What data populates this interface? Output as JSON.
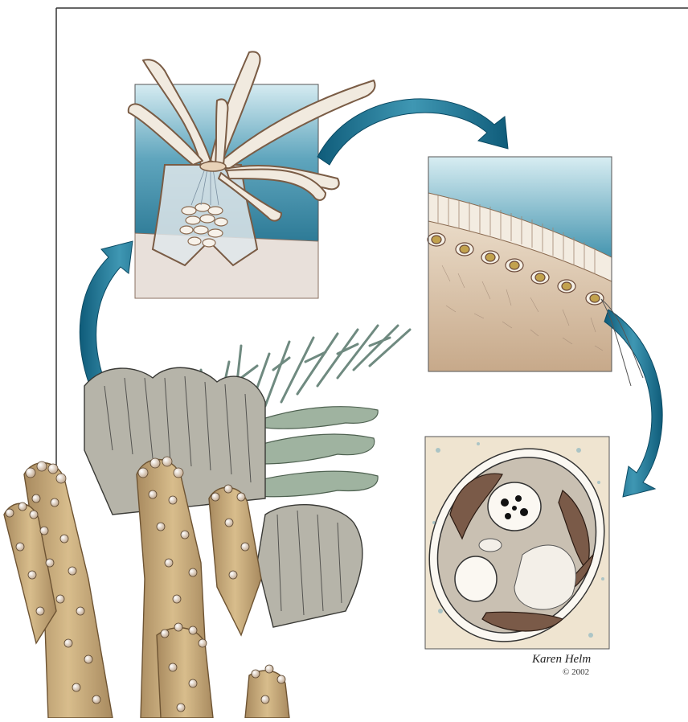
{
  "illustration": {
    "panels": [
      "polyp-cutaway",
      "tissue-cross-section",
      "zooxanthella-cell"
    ],
    "colors": {
      "frame": "#333333",
      "ocean_light": "#c9e4ec",
      "ocean_dark": "#0b5d7c",
      "arrow": "#1f6f8f",
      "tissue": "#e9d7bf",
      "coral_tan": "#c8a877",
      "coral_grey": "#a7a69a",
      "coral_green": "#8fa38c",
      "cell_wall": "#f4ede2",
      "chloroplast": "#6b4a3a"
    }
  },
  "credit": {
    "signature": "Karen Helm",
    "copyright": "© 2002"
  }
}
